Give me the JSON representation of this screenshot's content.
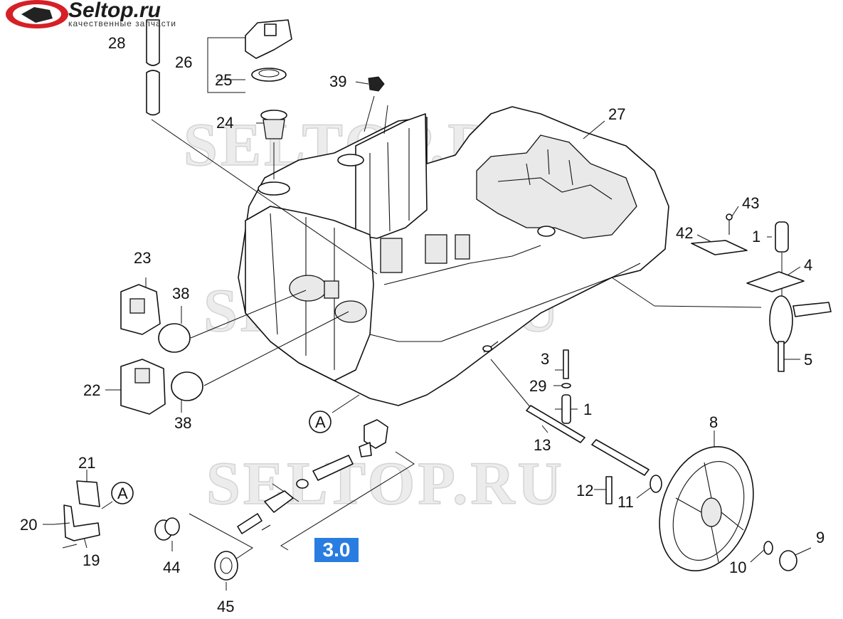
{
  "logo": {
    "brand": "Seltop.ru",
    "tagline": "качественные запчасти"
  },
  "watermark": "SELTOP.RU",
  "section_badge": "3.0",
  "callout_letter": "A",
  "part_numbers": [
    "28",
    "26",
    "25",
    "24",
    "39",
    "27",
    "43",
    "42",
    "1",
    "4",
    "5",
    "23",
    "38",
    "22",
    "38",
    "3",
    "29",
    "1",
    "13",
    "8",
    "21",
    "12",
    "11",
    "20",
    "19",
    "44",
    "45",
    "9",
    "10"
  ]
}
